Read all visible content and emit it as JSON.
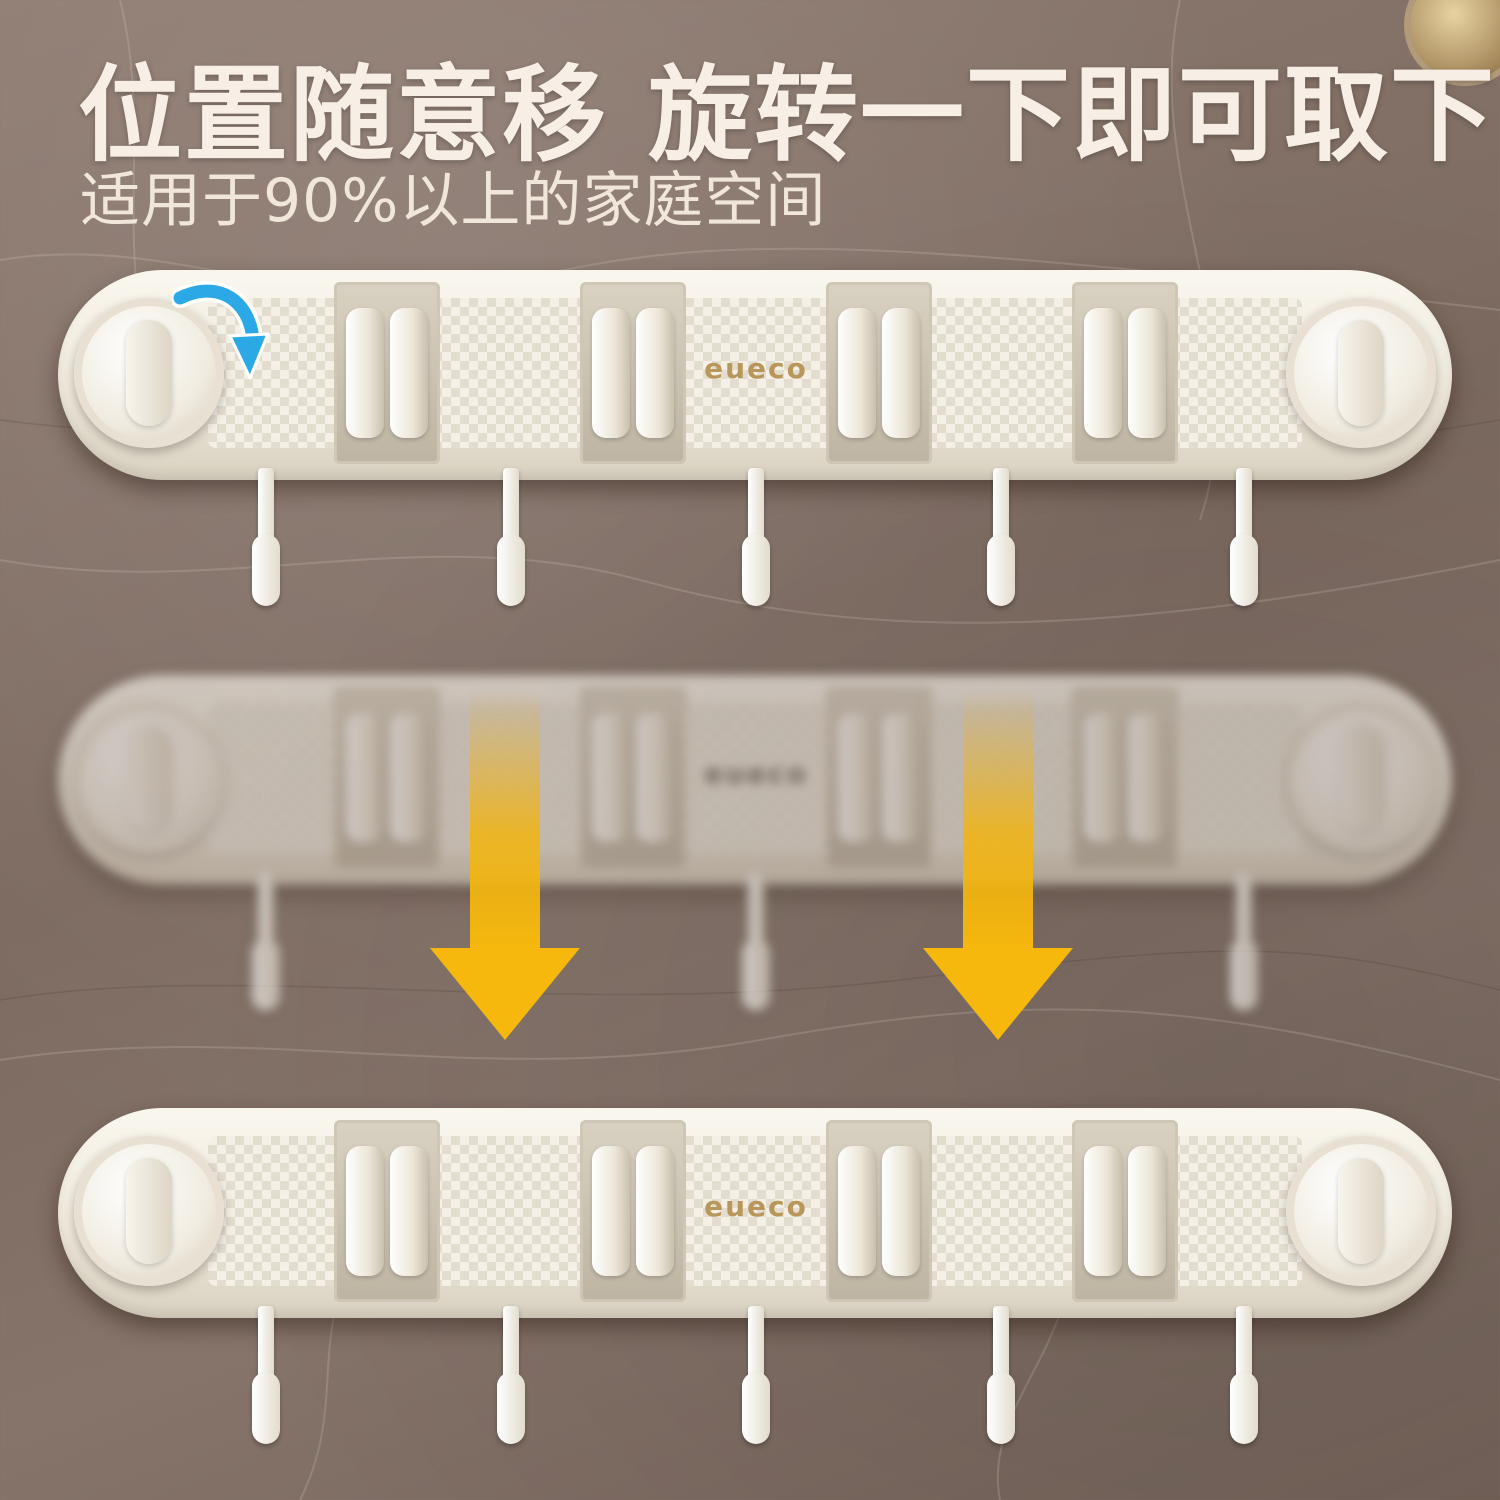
{
  "headline": {
    "part1": "位置随意移",
    "part2": "旋转一下即可取下"
  },
  "subtitle": "适用于90%以上的家庭空间",
  "product": {
    "brand_logo": "eueco",
    "clamps_per_rack": 4,
    "hooks_per_rack": 5
  },
  "icons": {
    "rotate": "rotate-clockwise-arrow-icon",
    "move_down": "down-arrow-icon"
  },
  "colors": {
    "background": "#857369",
    "headline_text": "#f7efe6",
    "rack_body": "#f3efe5",
    "logo_gold": "#b9975a",
    "rotate_arrow": "#2aa9e6",
    "down_arrow": "#f2b411"
  }
}
